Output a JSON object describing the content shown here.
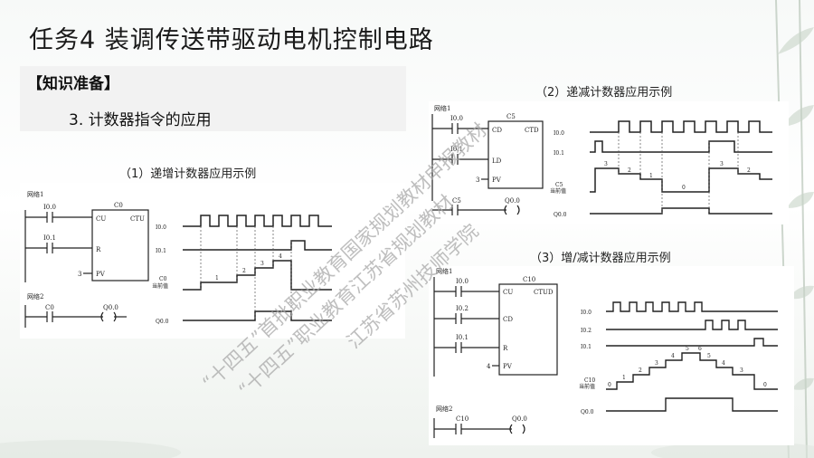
{
  "slide": {
    "title": "任务4   装调传送带驱动电机控制电路",
    "knowledge_label": "【知识准备】",
    "section_heading": "3.  计数器指令的应用"
  },
  "examples": {
    "up": {
      "caption": "（1）递增计数器应用示例",
      "network1": "网络1",
      "network2": "网络2",
      "counter": "C0",
      "counter_type": "CTU",
      "pins": [
        "CU",
        "R",
        "PV"
      ],
      "pv_value": "3",
      "inputs": [
        "I0.0",
        "I0.1"
      ],
      "output_contact": "C0",
      "output_coil": "Q0.0",
      "timing_labels": [
        "I0.0",
        "I0.1",
        "C0",
        "当前值",
        "Q0.0"
      ],
      "count_values": [
        "1",
        "2",
        "3",
        "4"
      ]
    },
    "down": {
      "caption": "（2）递减计数器应用示例",
      "network1": "网络1",
      "counter": "C5",
      "counter_type": "CTD",
      "pins": [
        "CD",
        "LD",
        "PV"
      ],
      "pv_value": "3",
      "inputs": [
        "I0.0",
        "I0.1"
      ],
      "output_contact": "C5",
      "output_coil": "Q0.0",
      "timing_labels": [
        "I0.0",
        "I0.1",
        "C5",
        "当前值",
        "Q0.0"
      ],
      "count_values": [
        "3",
        "2",
        "1",
        "0",
        "3",
        "2"
      ]
    },
    "updown": {
      "caption": "（3）增/减计数器应用示例",
      "network1": "网络1",
      "network2": "网络2",
      "counter": "C10",
      "counter_type": "CTUD",
      "pins": [
        "CU",
        "CD",
        "R",
        "PV"
      ],
      "pv_value": "4",
      "inputs": [
        "I0.0",
        "I0.2",
        "I0.1"
      ],
      "output_contact": "C10",
      "output_coil": "Q0.0",
      "timing_labels": [
        "I0.0",
        "I0.2",
        "I0.1",
        "C10",
        "当前值",
        "Q0.0"
      ],
      "count_values": [
        "0",
        "1",
        "2",
        "3",
        "4",
        "5",
        "6",
        "5",
        "4",
        "3",
        "0"
      ]
    }
  },
  "watermark": {
    "line1": "“十四五”首批职业教育国家规划教材申报教材",
    "line2": "“十四五”职业教育江苏省规划教材",
    "line3": "江苏省苏州技师学院"
  },
  "colors": {
    "watermark": "#b0b0b0",
    "line": "#222222",
    "panel_bg": "#ffffff"
  }
}
